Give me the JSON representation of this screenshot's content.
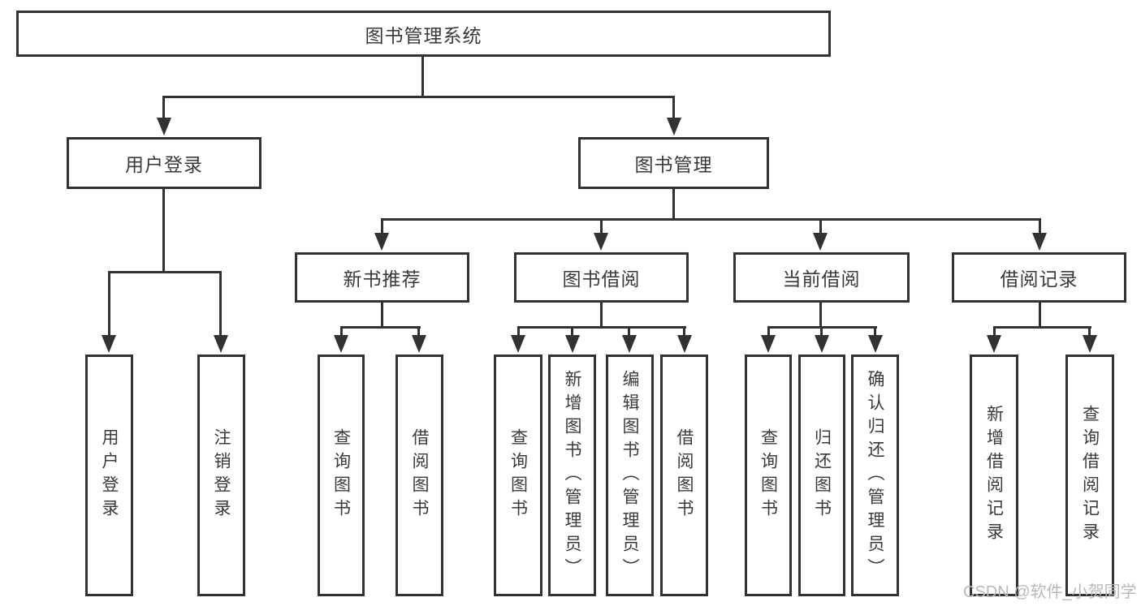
{
  "tree": {
    "label": "图书管理系统",
    "children": [
      {
        "label": "用户登录",
        "children": [
          {
            "label": "用户登录"
          },
          {
            "label": "注销登录"
          }
        ]
      },
      {
        "label": "图书管理",
        "children": [
          {
            "label": "新书推荐",
            "children": [
              {
                "label": "查询图书"
              },
              {
                "label": "借阅图书"
              }
            ]
          },
          {
            "label": "图书借阅",
            "children": [
              {
                "label": "查询图书"
              },
              {
                "label": "新增图书（管理员）"
              },
              {
                "label": "编辑图书（管理员）"
              },
              {
                "label": "借阅图书"
              }
            ]
          },
          {
            "label": "当前借阅",
            "children": [
              {
                "label": "查询图书"
              },
              {
                "label": "归还图书"
              },
              {
                "label": "确认归还（管理员）"
              }
            ]
          },
          {
            "label": "借阅记录",
            "children": [
              {
                "label": "新增借阅记录"
              },
              {
                "label": "查询借阅记录"
              }
            ]
          }
        ]
      }
    ]
  },
  "watermark": "CSDN @软件_小贺同学",
  "colors": {
    "line": "#323232",
    "text": "#3a3a3a",
    "watermark": "#b9b9b9"
  }
}
